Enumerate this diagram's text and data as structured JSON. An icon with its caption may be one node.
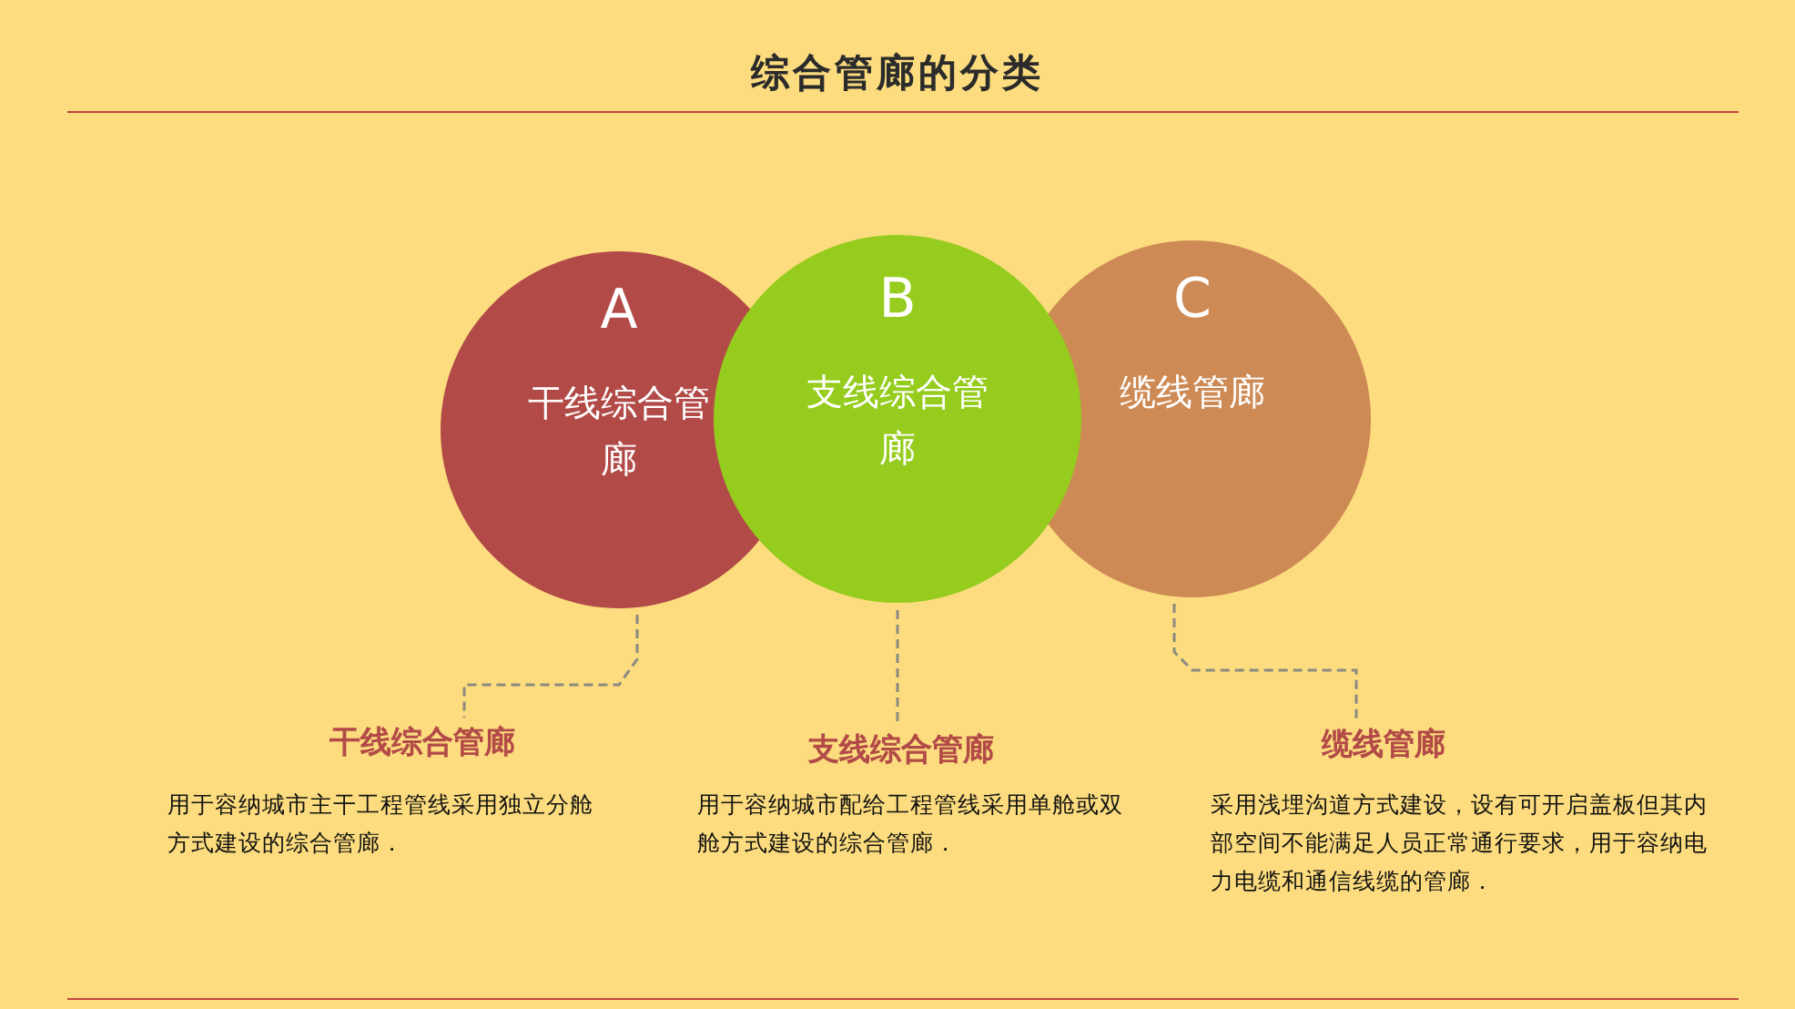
{
  "diagram": {
    "title": "综合管廊的分类",
    "nodes": [
      {
        "text": [
          "A",
          "干线综合管廊"
        ]
      },
      {
        "text": [
          "B",
          "支线综合管廊"
        ]
      },
      {
        "text": [
          "C",
          "缆线管廊"
        ]
      },
      {
        "text": [
          "干线综合管廊",
          "用于容纳城市主干工程管线采用独立分舱方式建设的综合管廊．"
        ]
      },
      {
        "text": [
          "支线综合管廊",
          "用于容纳城市配给工程管线采用单舱或双舱方式建设的综合管廊．"
        ]
      },
      {
        "text": [
          "缆线管廊",
          "采用浅埋沟道方式建设，设有可开启盖板但其内部空间不能满足人员正常通行要求，用于容纳电力电缆和通信线缆的管廊．"
        ]
      }
    ],
    "edges": [
      {
        "from": 0,
        "to": 3,
        "arrow": "none",
        "style": "dashed"
      },
      {
        "from": 1,
        "to": 4,
        "arrow": "none",
        "style": "dashed"
      },
      {
        "from": 2,
        "to": 5,
        "arrow": "none",
        "style": "dashed"
      }
    ]
  }
}
